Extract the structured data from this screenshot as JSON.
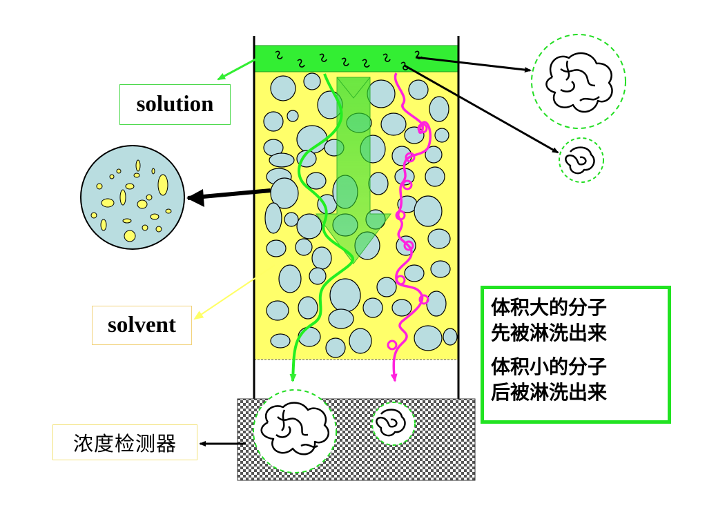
{
  "labels": {
    "solution": "solution",
    "solvent": "solvent",
    "detector": "浓度检测器"
  },
  "note": {
    "large_line1": "体积大的分子",
    "large_line2": "先被淋洗出来",
    "small_line1": "体积小的分子",
    "small_line2": "后被淋洗出来"
  },
  "colors": {
    "solution_band": "#33ee33",
    "column_fill": "#ffff6a",
    "bead": "#b9dde0",
    "large_molecule_path": "#22ee22",
    "small_molecule_path": "#ff22dd",
    "flow_arrow": "#33dd33",
    "note_border": "#22e322"
  }
}
